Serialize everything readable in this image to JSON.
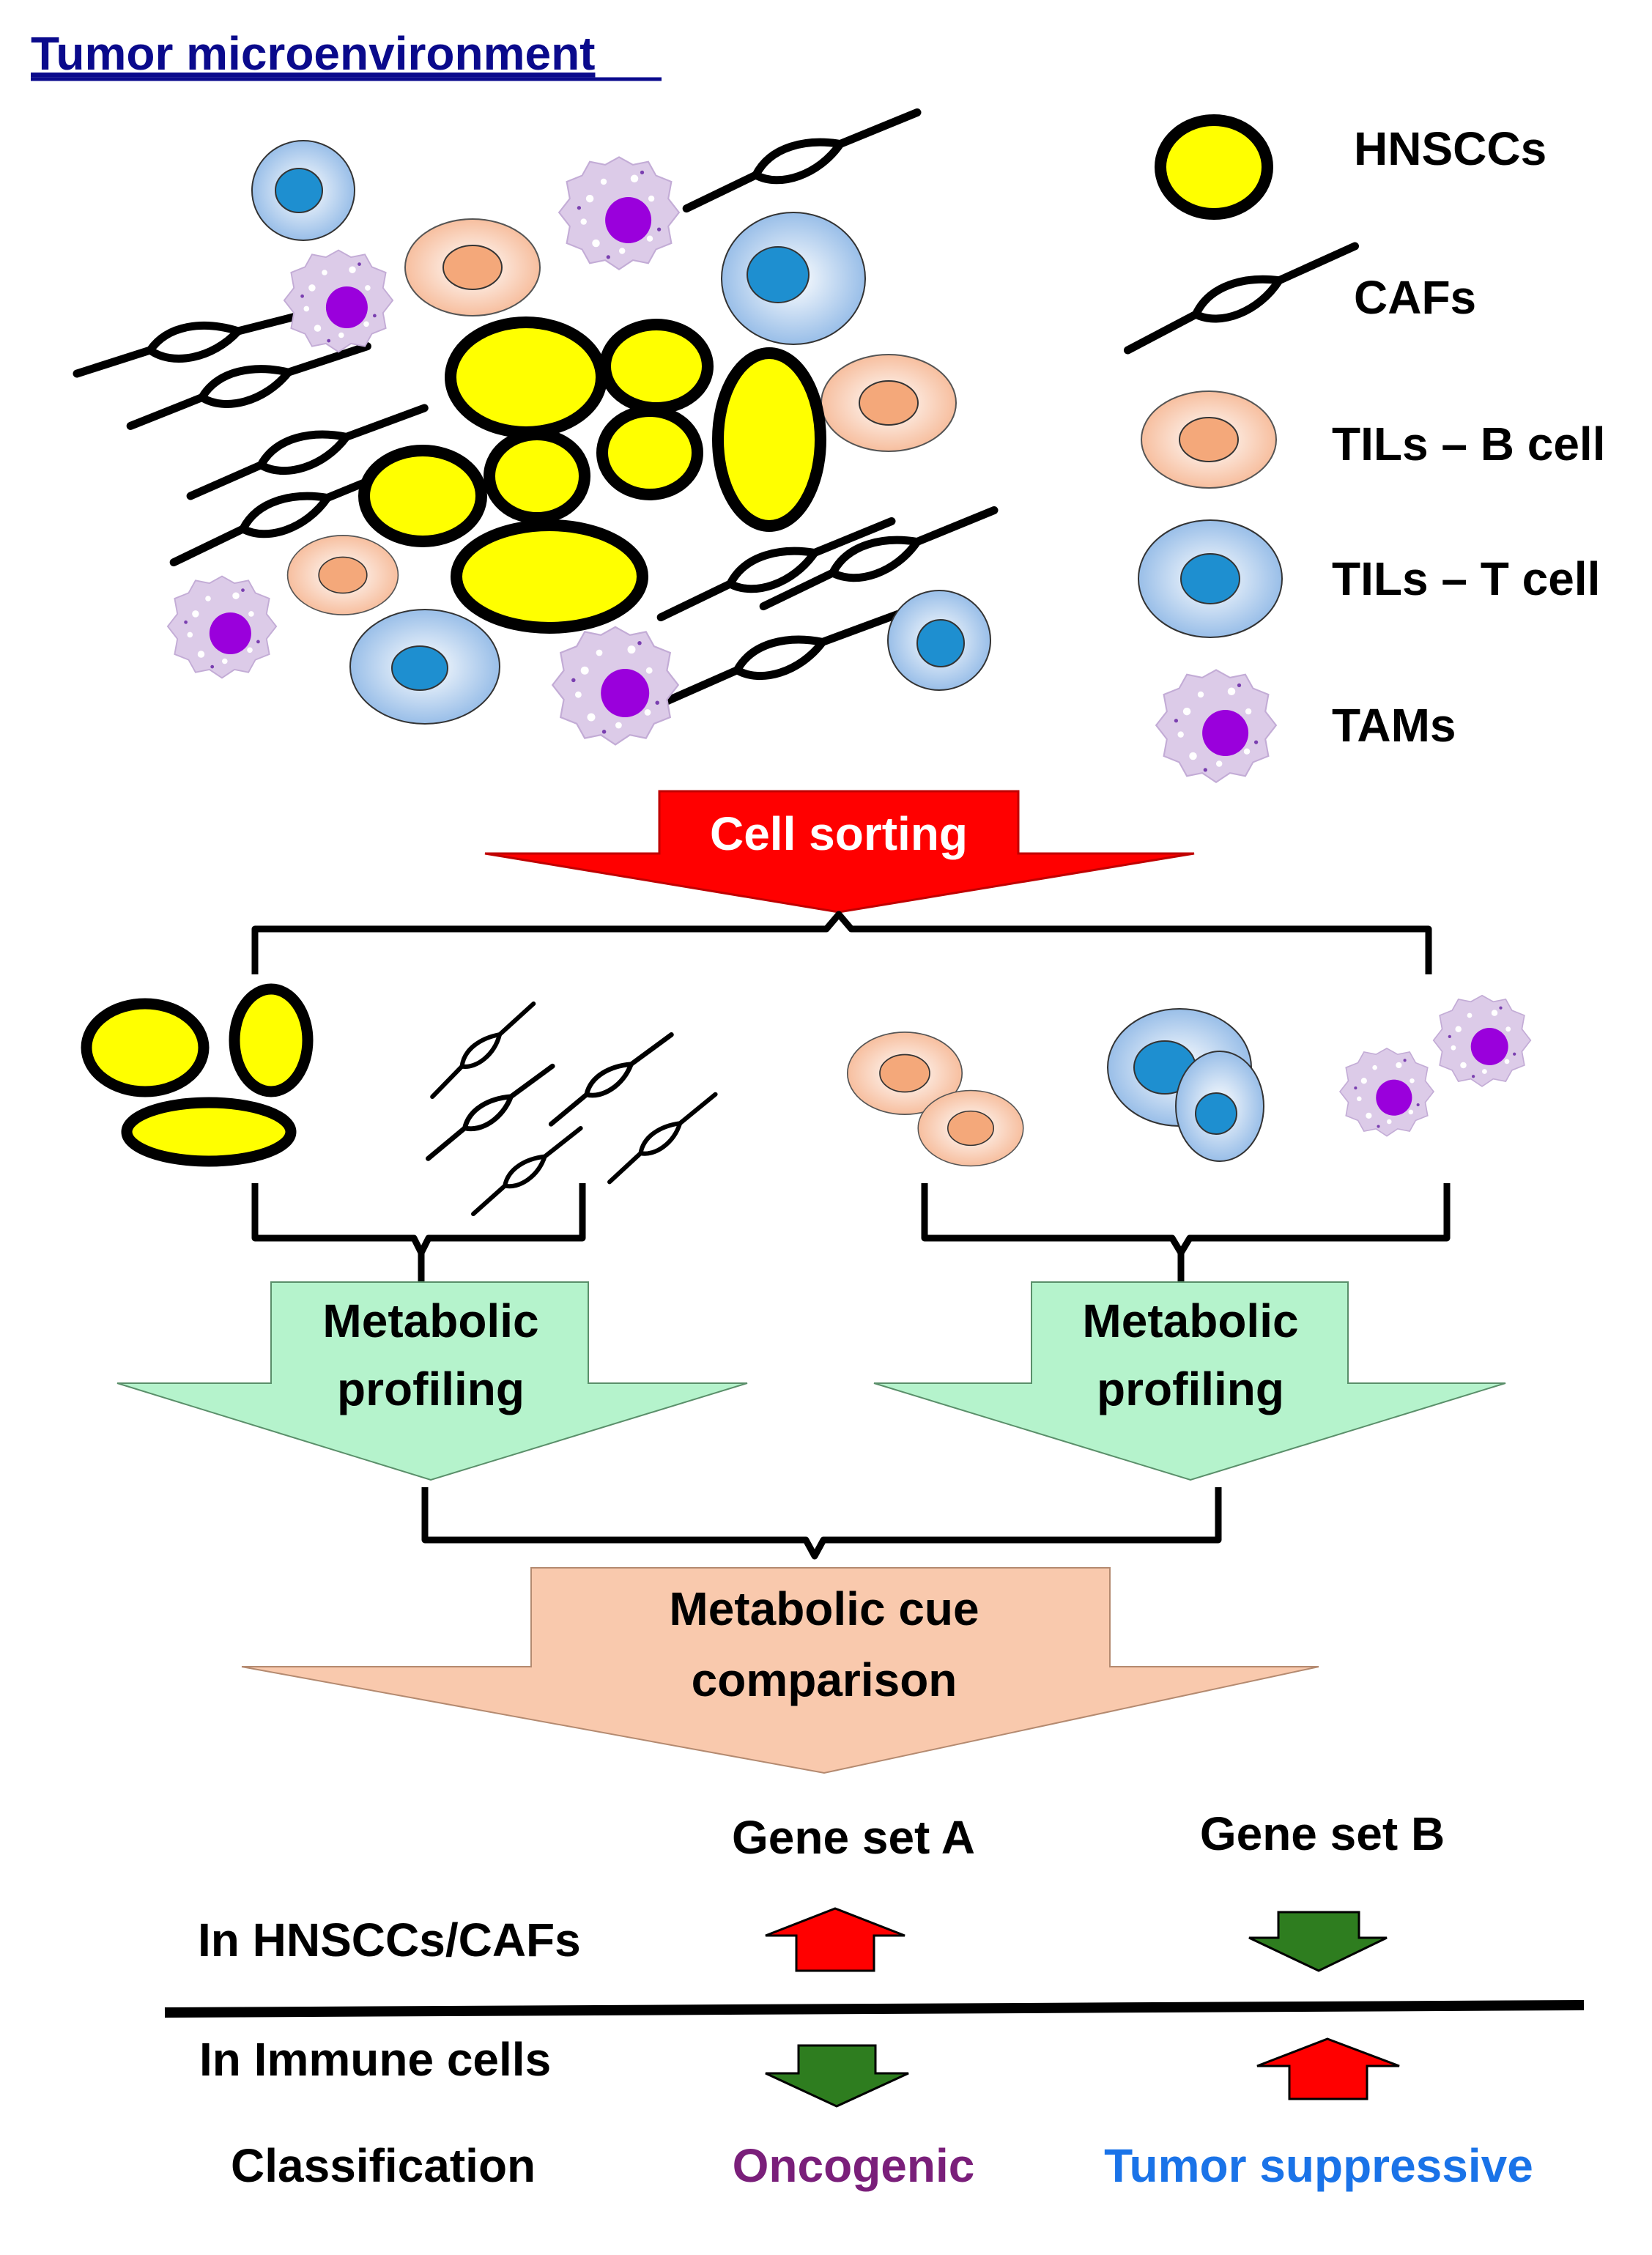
{
  "title": "Tumor microenvironment",
  "legend": {
    "hnscc": "HNSCCs",
    "caf": "CAFs",
    "b_cell": "TILs  – B cell",
    "t_cell": "TILs – T cell",
    "tam": "TAMs"
  },
  "steps": {
    "sorting": "Cell sorting",
    "profiling_left": [
      "Metabolic",
      "profiling"
    ],
    "profiling_right": [
      "Metabolic",
      "profiling"
    ],
    "comparison": [
      "Metabolic cue",
      "comparison"
    ]
  },
  "table": {
    "col_a": "Gene set A",
    "col_b": "Gene set B",
    "row1": "In HNSCCs/CAFs",
    "row2": "In Immune cells",
    "row3": "Classification",
    "class_a": "Oncogenic",
    "class_b": "Tumor suppressive",
    "arrows": {
      "row1_a": "up",
      "row1_b": "down",
      "row2_a": "down",
      "row2_b": "up"
    }
  },
  "colors": {
    "title": "#0a0a8c",
    "tumor": "#ffff00",
    "b_cell_outer": "#fbd7c2",
    "b_cell_inner": "#f4a87a",
    "t_cell_outer": "#a8c8ea",
    "t_cell_inner": "#1e8fd0",
    "tam_body": "#d8c4e6",
    "tam_nucleus": "#9a00dc",
    "sorting_arrow": "#ff0000",
    "profiling_arrow": "#b5f3cc",
    "comparison_arrow": "#f9c9ad",
    "up_arrow": "#ff0000",
    "down_arrow": "#2e7d1f",
    "oncogenic": "#7a1f7a",
    "tumor_suppressive": "#1a73e8"
  }
}
